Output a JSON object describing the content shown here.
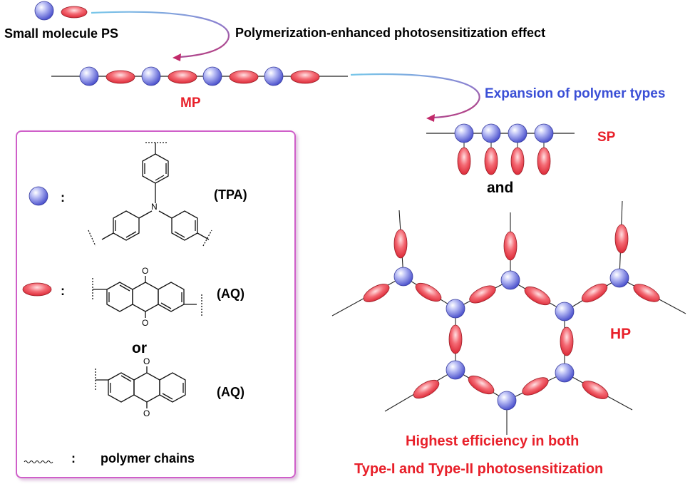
{
  "colors": {
    "red_text": "#e8202a",
    "blue_text": "#3a4fd6",
    "legend_border": "#cf5fc9",
    "arrow_light": "#6fc3e8",
    "arrow_dark": "#c12a6c",
    "sphere": "#6f74e0",
    "ellipse": "#f04b57"
  },
  "labels": {
    "small_molecule": "Small molecule PS",
    "effect": "Polymerization-enhanced photosensitization effect",
    "mp": "MP",
    "expansion": "Expansion of polymer types",
    "sp": "SP",
    "and": "and",
    "hp": "HP",
    "conclusion_line1": "Highest efficiency in both",
    "conclusion_line2": "Type-I and Type-II  photosensitization"
  },
  "legend": {
    "tpa_label": "(TPA)",
    "aq_label_1": "(AQ)",
    "or": "or",
    "aq_label_2": "(AQ)",
    "n_atom": "N",
    "o_atom": "O",
    "colon": ":",
    "polymer_chains": "polymer chains"
  }
}
